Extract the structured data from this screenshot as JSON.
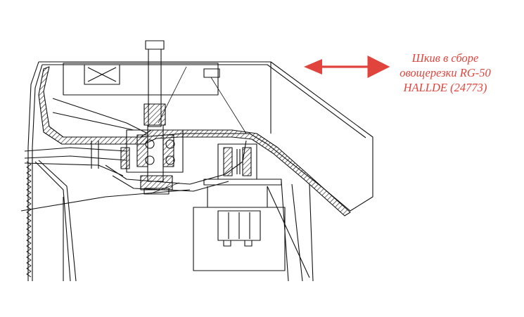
{
  "annotation": {
    "lines": [
      "Шкив в сборе",
      "овощерезки RG-50",
      "HALLDE (24773)"
    ],
    "color": "#e0443c"
  },
  "drawing": {
    "line_color": "#111111",
    "background": "#ffffff"
  }
}
